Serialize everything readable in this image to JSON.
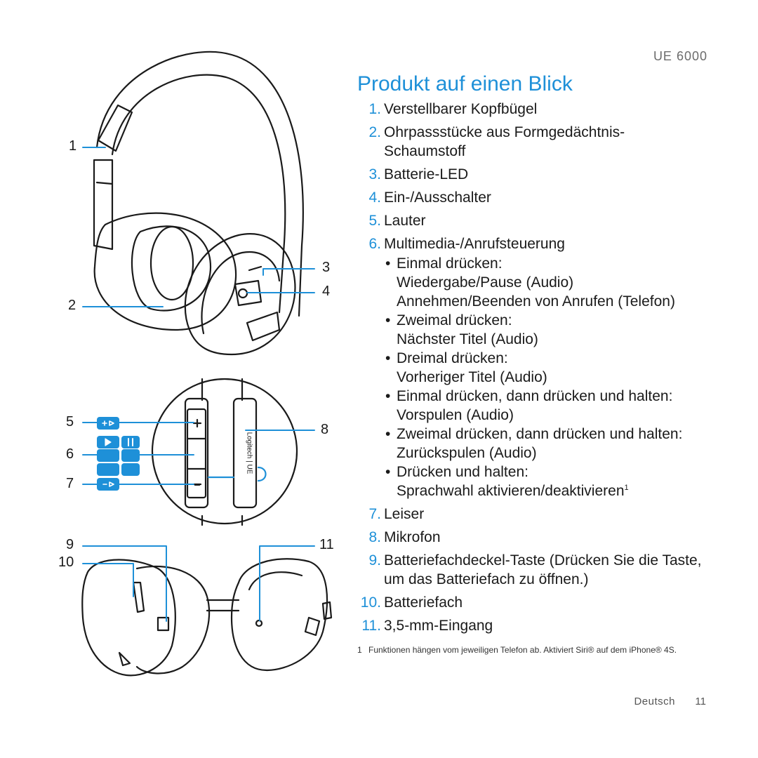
{
  "header": {
    "model": "UE 6000"
  },
  "title": "Produkt auf einen Blick",
  "items": [
    {
      "num": "1.",
      "text": "Verstellbarer Kopfbügel"
    },
    {
      "num": "2.",
      "text": "Ohrpassstücke aus Formgedächtnis-Schaumstoff"
    },
    {
      "num": "3.",
      "text": "Batterie-LED"
    },
    {
      "num": "4.",
      "text": "Ein-/Ausschalter"
    },
    {
      "num": "5.",
      "text": "Lauter"
    },
    {
      "num": "6.",
      "text": "Multimedia-/Anrufsteuerung",
      "bullets": [
        {
          "head": "Einmal drücken:",
          "lines": [
            "Wiedergabe/Pause (Audio)",
            "Annehmen/Beenden von Anrufen (Telefon)"
          ]
        },
        {
          "head": "Zweimal drücken:",
          "lines": [
            "Nächster Titel (Audio)"
          ]
        },
        {
          "head": "Dreimal drücken:",
          "lines": [
            "Vorheriger Titel (Audio)"
          ]
        },
        {
          "head": "Einmal drücken, dann drücken und halten:",
          "lines": [
            "Vorspulen (Audio)"
          ]
        },
        {
          "head": "Zweimal drücken, dann drücken und halten:",
          "lines": [
            "Zurückspulen (Audio)"
          ]
        },
        {
          "head": "Drücken und halten:",
          "lines": [
            "Sprachwahl aktivieren/deaktivieren"
          ],
          "sup": "1"
        }
      ]
    },
    {
      "num": "7.",
      "text": "Leiser"
    },
    {
      "num": "8.",
      "text": "Mikrofon"
    },
    {
      "num": "9.",
      "text": "Batteriefachdeckel-Taste (Drücken Sie die Taste, um das Batteriefach zu öffnen.)"
    },
    {
      "num": "10.",
      "text": "Batteriefach"
    },
    {
      "num": "11.",
      "text": "3,5-mm-Eingang"
    }
  ],
  "footnote": {
    "num": "1",
    "text": "Funktionen hängen vom jeweiligen Telefon ab. Aktiviert Siri® auf dem iPhone® 4S."
  },
  "footer": {
    "language": "Deutsch",
    "page": "11"
  },
  "callouts": {
    "c1": "1",
    "c2": "2",
    "c3": "3",
    "c4": "4",
    "c5": "5",
    "c6": "6",
    "c7": "7",
    "c8": "8",
    "c9": "9",
    "c10": "10",
    "c11": "11"
  },
  "remote": {
    "plus": "+",
    "minus": "–",
    "brand": "Logitech | UE"
  },
  "colors": {
    "accent": "#1e90d8",
    "text": "#1a1a1a"
  }
}
